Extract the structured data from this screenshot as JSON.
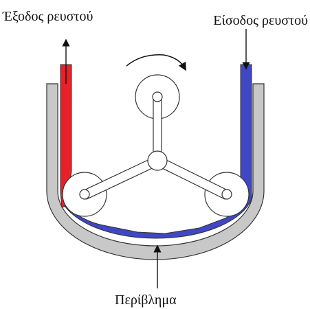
{
  "labels": {
    "fluid_outlet": "Έξοδος ρευστού",
    "fluid_inlet": "Είσοδος ρευστού",
    "housing": "Περίβλημα"
  },
  "colors": {
    "outlet_fluid": "#e8202a",
    "inlet_fluid": "#3f47c4",
    "housing": "#c8c8c8",
    "outline": "#333333",
    "background": "#ffffff"
  },
  "components": {
    "rotation_arrow": "clockwise-rotation-arrow",
    "rotor": "three-arm-rotor-with-rollers"
  }
}
